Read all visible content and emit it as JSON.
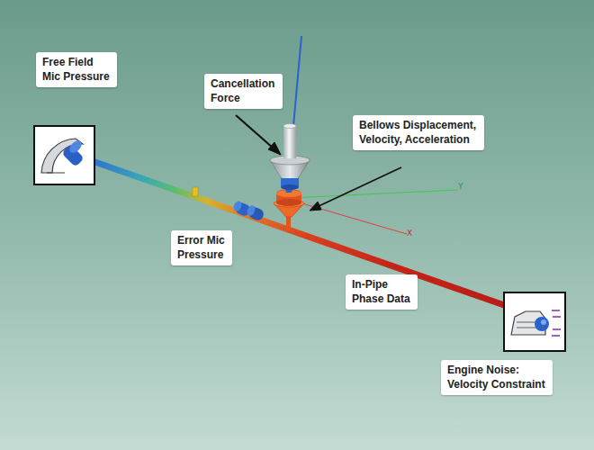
{
  "diagram": {
    "nodes": [
      {
        "text": [
          "Free Field Mic Pressure"
        ]
      },
      {
        "text": [
          "Cancellation Force"
        ]
      },
      {
        "text": [
          "Bellows Displacement, Velocity, Acceleration"
        ]
      },
      {
        "text": [
          "Error Mic Pressure"
        ]
      },
      {
        "text": [
          "In-Pipe Phase Data"
        ]
      },
      {
        "text": [
          "Engine Noise: Velocity Constraint"
        ]
      }
    ],
    "labels": [
      "Y",
      "X"
    ]
  }
}
